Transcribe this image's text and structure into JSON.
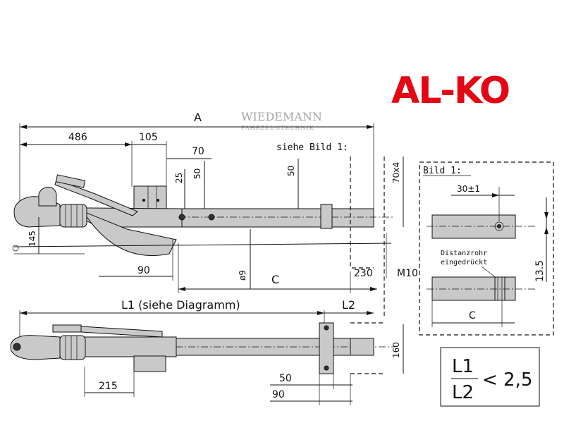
{
  "logo": {
    "text": "AL-KO",
    "color": "#e30613"
  },
  "watermark": {
    "name": "WIEDEMANN",
    "sub": "FAHRZEUGTECHNIK"
  },
  "dimensions": {
    "A": "A",
    "d486": "486",
    "d105": "105",
    "d70": "70",
    "d25": "25",
    "d50_top": "50",
    "d50_mid": "50",
    "d145": "145",
    "d90_side": "90",
    "d9": "ø9",
    "C_side": "C",
    "d230": "230",
    "M10": "M10",
    "d70x4": "70x4",
    "L1": "L1 (siehe Diagramm)",
    "L2": "L2",
    "d160": "160",
    "d215": "215",
    "d50_bottom": "50",
    "d90_bottom": "90"
  },
  "see_figure": "siehe Bild 1:",
  "figure1": {
    "title": "Bild 1:",
    "d30": "30±1",
    "d13_5": "13.5",
    "spacer_line1": "Distanzrohr",
    "spacer_line2": "eingedrückt",
    "C": "C"
  },
  "ratio": {
    "num": "L1",
    "den": "L2",
    "op": "< 2,5"
  },
  "colors": {
    "part_fill": "#c9c9c9",
    "line": "#111111"
  }
}
